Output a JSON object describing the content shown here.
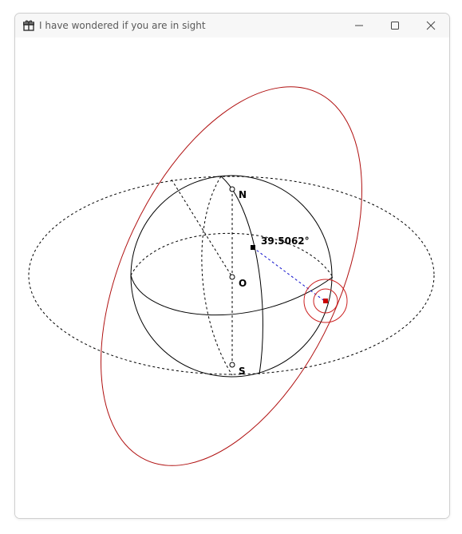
{
  "window": {
    "title": "I have wondered if you are in sight",
    "app_icon": "gift-box-icon",
    "controls": {
      "minimize_icon": "minimize-icon",
      "maximize_icon": "maximize-icon",
      "close_icon": "close-icon"
    }
  },
  "scene": {
    "north_label": "N",
    "south_label": "S",
    "origin_label": "O",
    "angle_label": "39.5062°",
    "colors": {
      "sphere": "#000000",
      "orbit": "#b01010",
      "marker": "#cc0000",
      "guide": "#1010cc"
    }
  }
}
